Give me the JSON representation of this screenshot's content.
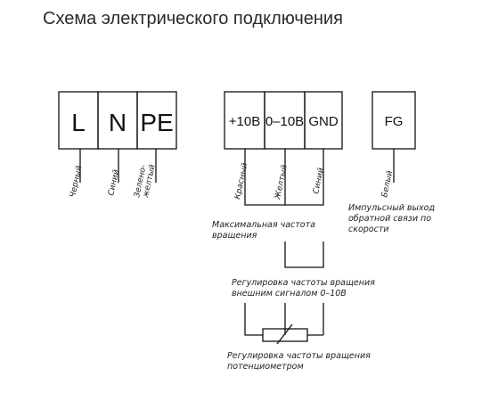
{
  "title": "Схема электрического подключения",
  "power_terminals": [
    "L",
    "N",
    "PE"
  ],
  "control_terminals": [
    "+10В",
    "0–10В",
    "GND"
  ],
  "fg_terminal": "FG",
  "wires": {
    "black": "Черный",
    "blue_power": "Синий",
    "green_yellow_1": "Зелено-",
    "green_yellow_2": "желтый",
    "red": "Красный",
    "yellow": "Желтый",
    "blue_control": "Синий",
    "white": "Белый"
  },
  "notes": {
    "max_speed_1": "Максимальная частота",
    "max_speed_2": "вращения",
    "pulse_1": "Импульсный выход",
    "pulse_2": "обратной связи по",
    "pulse_3": "скорости",
    "ext_signal_1": "Регулировка частоты вращения",
    "ext_signal_2": "внешним сигналом 0–10В",
    "pot_1": "Регулировка частоты вращения",
    "pot_2": "потенциометром"
  }
}
